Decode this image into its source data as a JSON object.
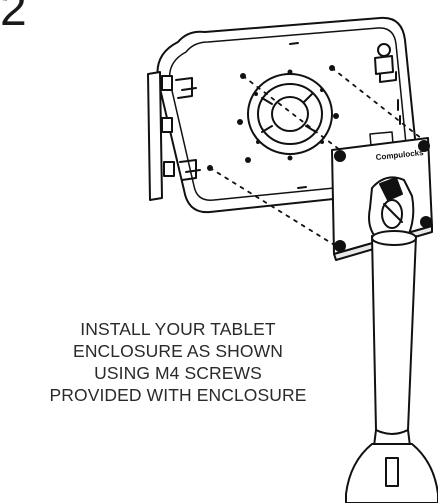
{
  "step": {
    "number": "2"
  },
  "instructions": {
    "lines": [
      "INSTALL YOUR TABLET",
      "ENCLOSURE AS SHOWN",
      "USING M4 SCREWS",
      "PROVIDED WITH ENCLOSURE"
    ]
  },
  "illustration": {
    "brand_plate_text": "Compulocks"
  },
  "colors": {
    "line": "#111111",
    "fill": "#ffffff"
  }
}
